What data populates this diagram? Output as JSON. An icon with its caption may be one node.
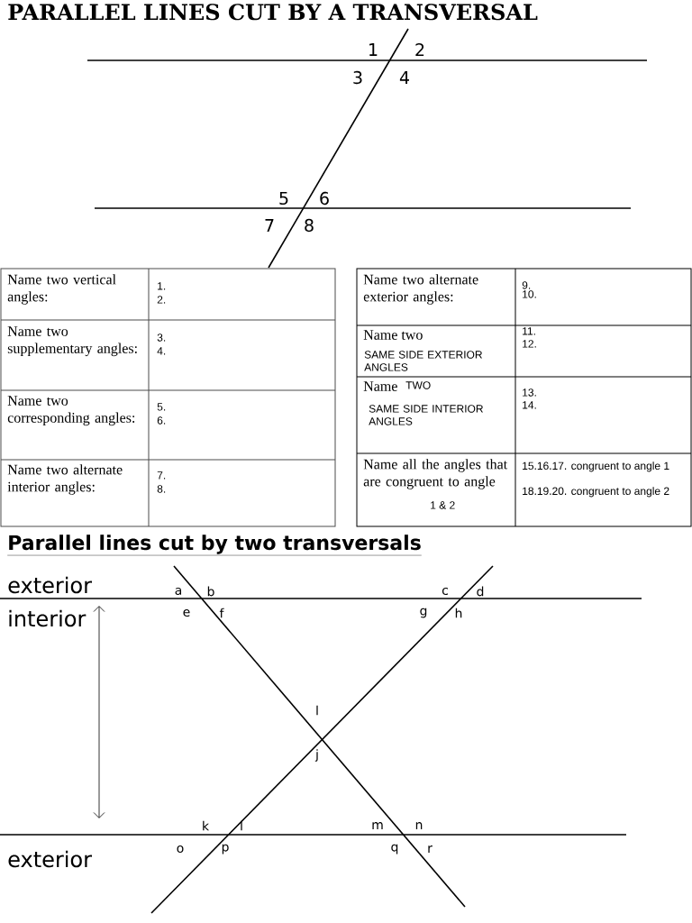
{
  "diagram": {
    "title": "PARALLEL LINES CUT BY A TRANSVERSAL",
    "labels": [
      "1",
      "2",
      "3",
      "4",
      "5",
      "6",
      "7",
      "8",
      "Name two vertical angles:",
      "1.",
      "2.",
      "Name two supplementary angles:",
      "3.",
      "4.",
      "Name two corresponding angles:",
      "5.",
      "6.",
      "Name two alternate interior angles:",
      "7.",
      "8.",
      "Name two alternate exterior angles:",
      "9.",
      "10.",
      "Name two",
      "SAME SIDE EXTERIOR ANGLES",
      "11.",
      "12.",
      "Name",
      "TWO",
      "SAME SIDE INTERIOR ANGLES",
      "13.",
      "14.",
      "Name all the angles that are congruent to angle",
      "1 & 2",
      "15.16.17. congruent to angle 1",
      "18.19.20. congruent to angle 2",
      "Parallel lines cut by two transversals",
      "exterior",
      "a",
      "b",
      "c",
      "d",
      "interior",
      "e",
      "f",
      "g",
      "h",
      "l",
      "j",
      "k",
      "l",
      "m",
      "n",
      "exterior",
      "o",
      "p",
      "q",
      "r"
    ]
  }
}
